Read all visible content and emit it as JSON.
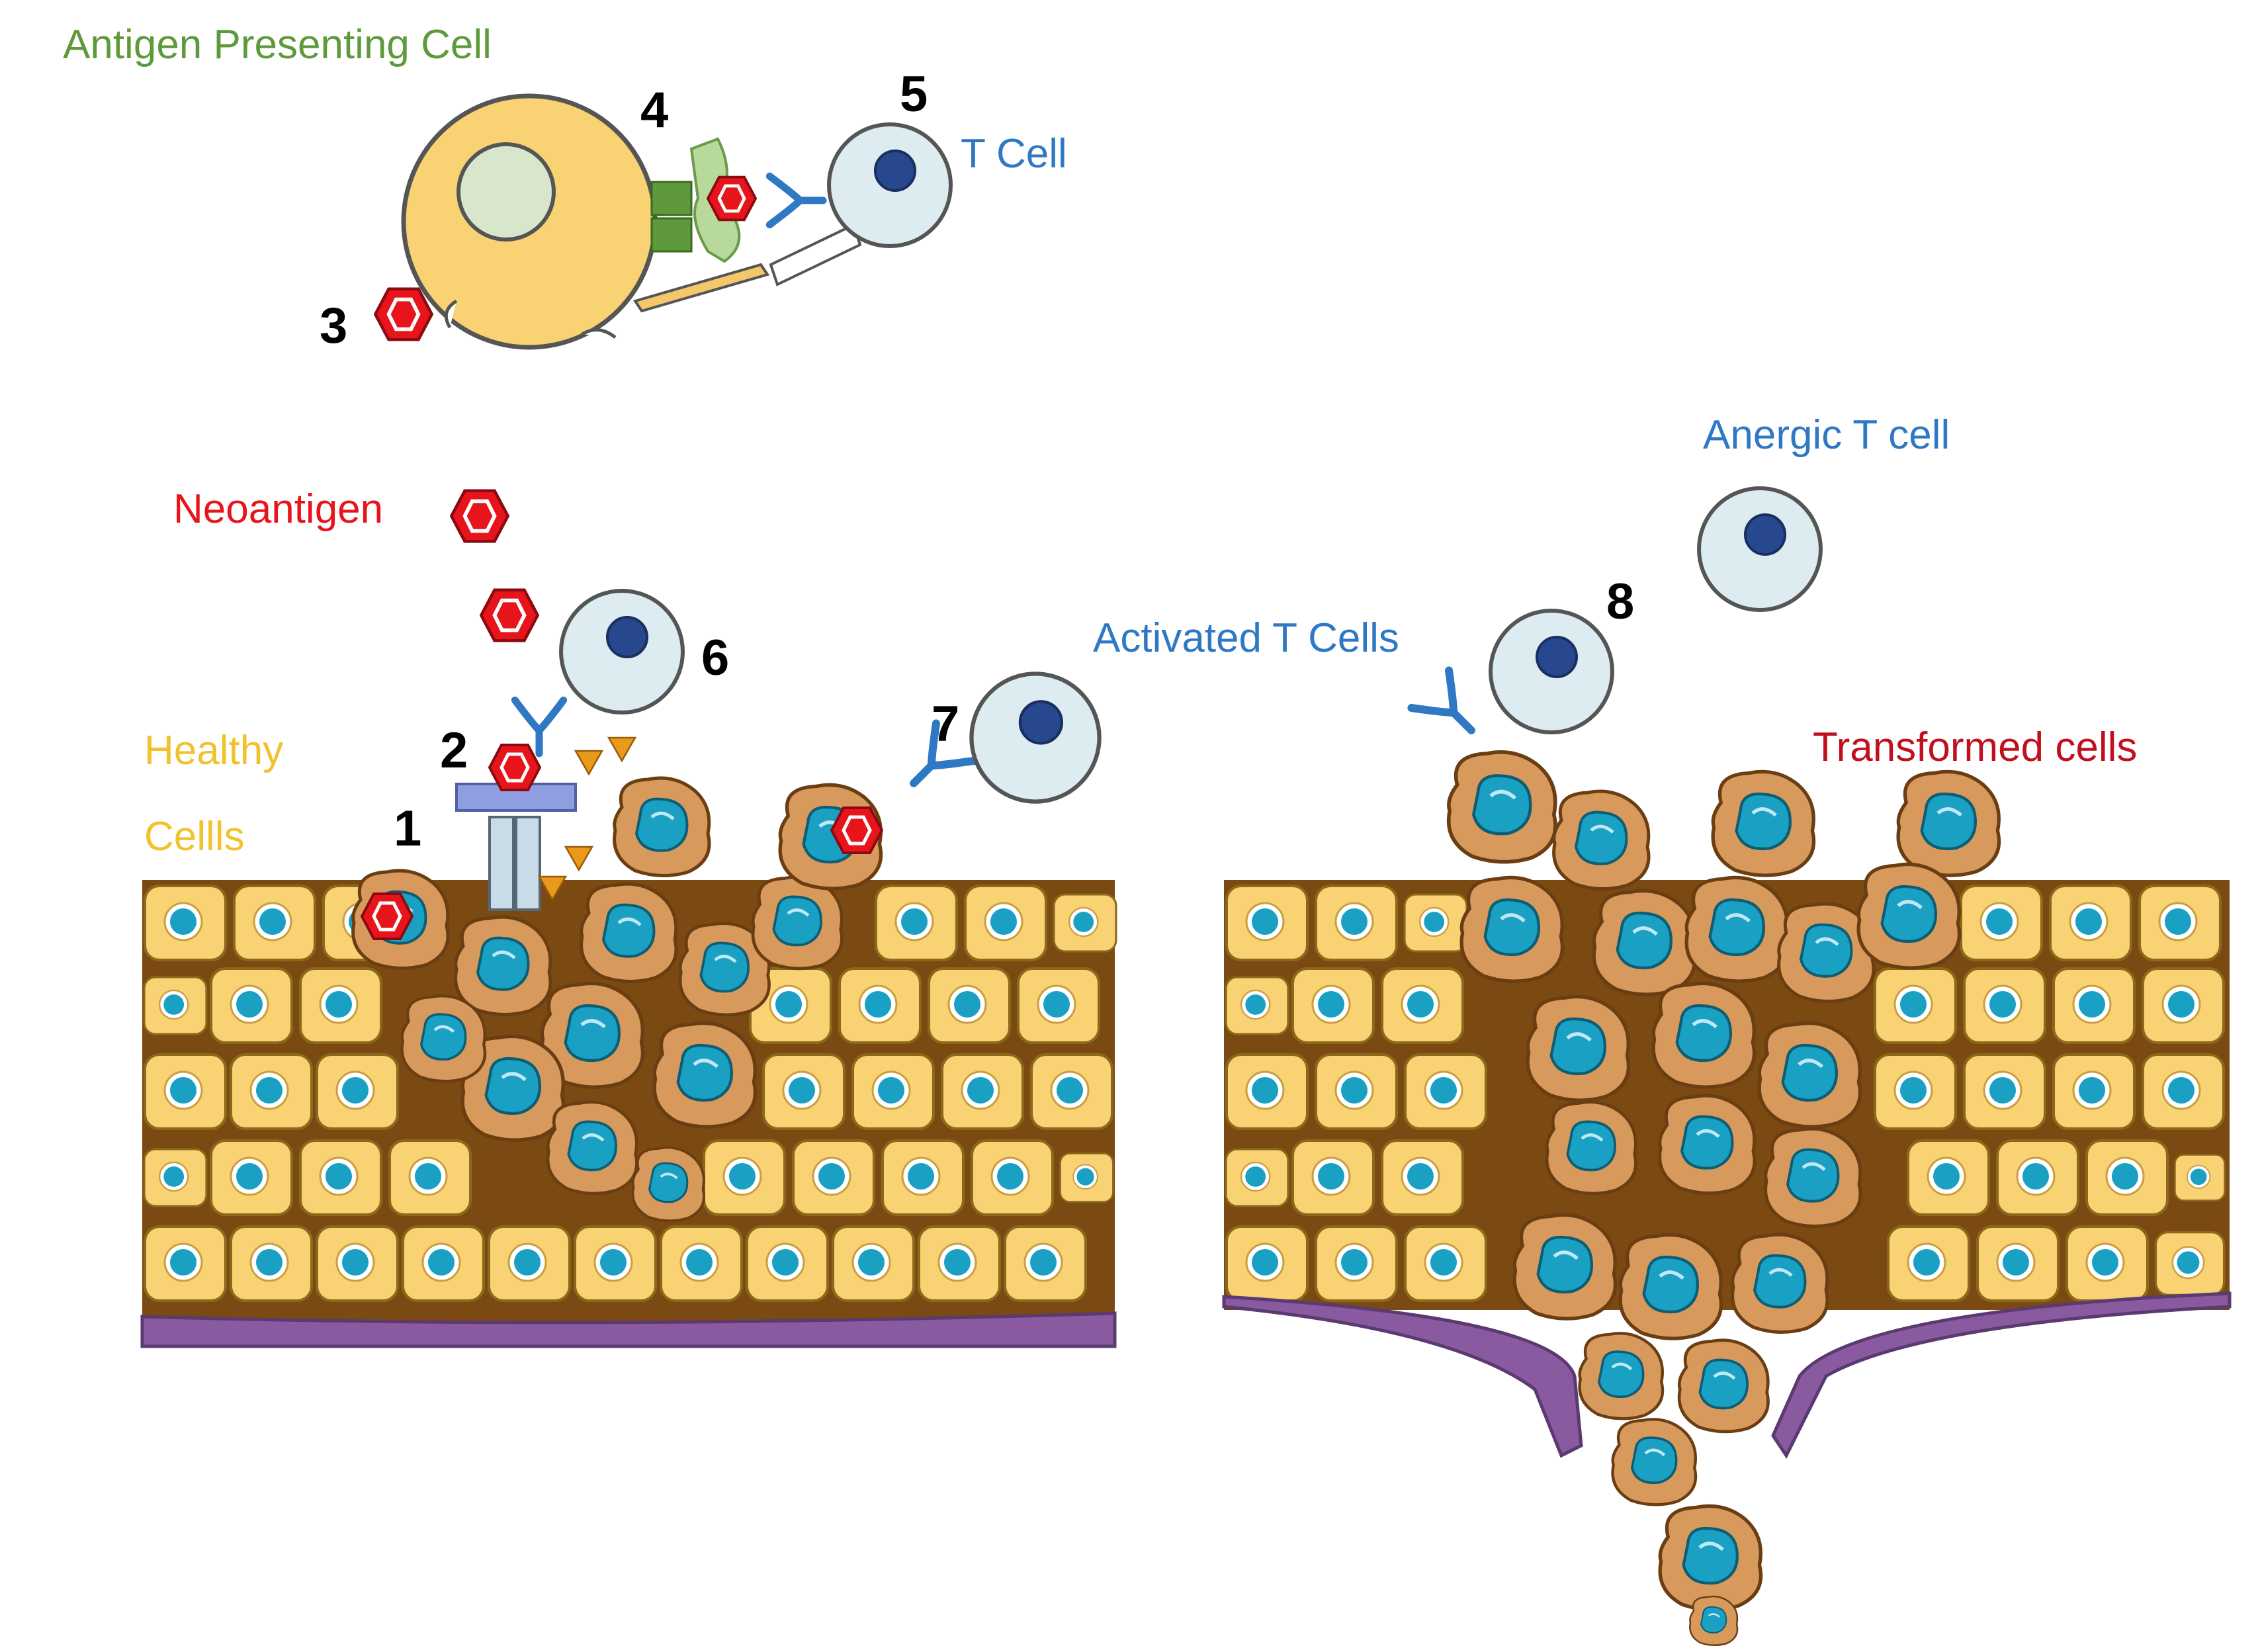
{
  "labels": {
    "apc": "Antigen Presenting Cell",
    "tcell": "T Cell",
    "neoantigen": "Neoantigen",
    "healthy_line1": "Healthy",
    "healthy_line2": "Cellls",
    "activated": "Activated T Cells",
    "anergic": "Anergic T cell",
    "transformed": "Transformed cells"
  },
  "numbers": [
    "1",
    "2",
    "3",
    "4",
    "5",
    "6",
    "7",
    "8"
  ],
  "colors": {
    "apc_label": "#5e9a3b",
    "tcell_label": "#2f78c4",
    "neoantigen_label": "#e8141b",
    "healthy_label": "#f2c12e",
    "transformed_label": "#c0101e",
    "healthy_cell": "#f8d273",
    "cell_nucleus": "#1aa0c2",
    "tumor_cell": "#d89a5c",
    "tumor_matrix": "#7a4a12",
    "basement_membrane": "#8a5aa0",
    "tcell_body": "#dcecf0",
    "tcell_nucleus": "#27478e",
    "receptor": "#2f78c4",
    "antigen": "#e8141b",
    "mhc": "#96c47a",
    "cytokine": "#e89a1a"
  },
  "icons": [
    "neoantigen-icon",
    "t-cell-icon",
    "apc-cell-icon",
    "t-cell-receptor-icon",
    "mhc-icon",
    "cytokine-icon"
  ]
}
